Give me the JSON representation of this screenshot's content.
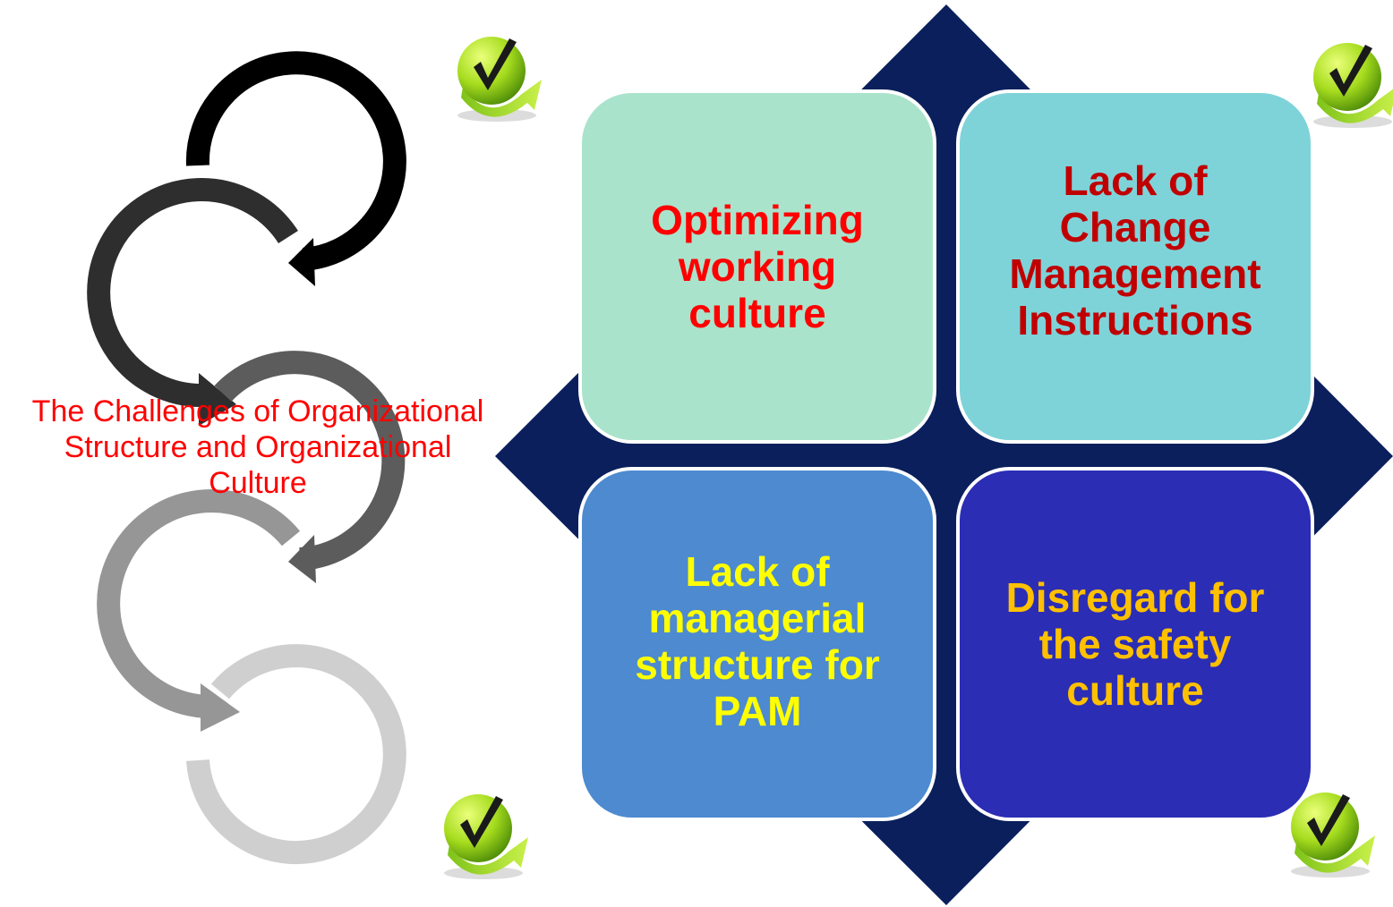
{
  "slide": {
    "side_title_lines": [
      "The Challenges of Organizational",
      "Structure and Organizational",
      "Culture"
    ],
    "boxes": {
      "top_left": [
        "Optimizing",
        "working",
        "culture"
      ],
      "top_right": [
        "Lack of",
        "Change",
        "Management",
        "Instructions"
      ],
      "bottom_left": [
        "Lack of",
        "managerial",
        "structure for",
        "PAM"
      ],
      "bottom_right": [
        "Disregard for",
        "the safety",
        "culture"
      ]
    },
    "icons": {
      "cycle_arrows": "circular-arrow-icon",
      "check_badge": "green-checkmark-icon"
    },
    "colors": {
      "diamond": "#0a1f5c",
      "title_text": "#ff0000",
      "box_top_left": "#aae3cc",
      "box_top_right": "#7ed3d9",
      "box_bottom_left": "#4d8ad0",
      "box_bottom_right": "#2b2db5"
    }
  }
}
